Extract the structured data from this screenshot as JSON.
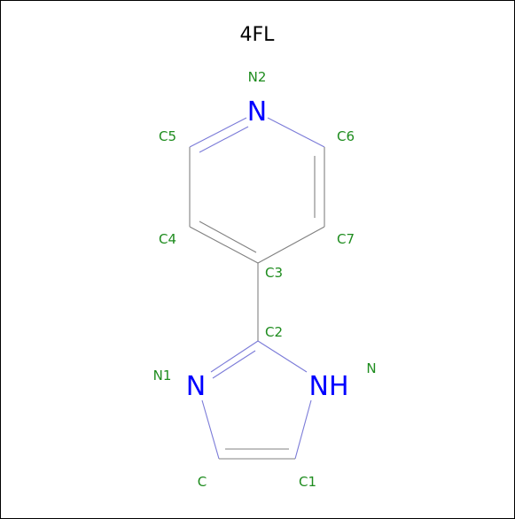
{
  "title": "4FL",
  "colors": {
    "label": "#1e8c1e",
    "element": "#0000ff",
    "bond": "#808080",
    "bond_nitrogen": "#7b7bd8",
    "border": "#000000"
  },
  "atom_labels": {
    "N2": "N2",
    "C5": "C5",
    "C6": "C6",
    "C4": "C4",
    "C7": "C7",
    "C3": "C3",
    "C2": "C2",
    "N1": "N1",
    "N": "N",
    "C": "C",
    "C1": "C1"
  },
  "element_symbols": {
    "pyridine_n": "N",
    "imidazole_n": "N",
    "imidazole_nh": "NH"
  }
}
